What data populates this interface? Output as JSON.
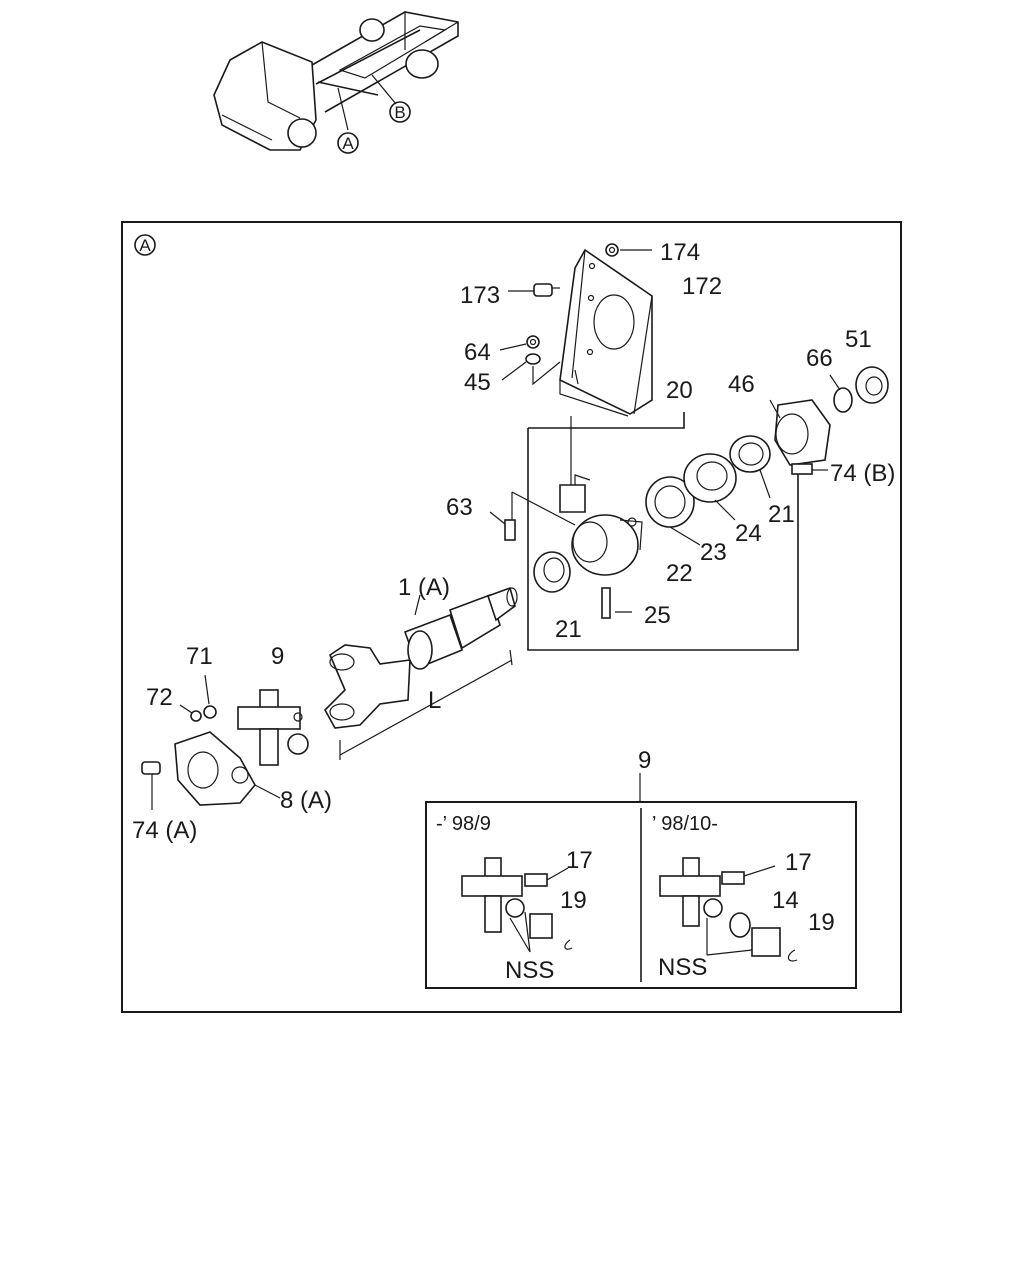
{
  "truck_callouts": {
    "a": "A",
    "b": "B"
  },
  "frame_marker": "A",
  "labels": {
    "p174": "174",
    "p173": "173",
    "p172": "172",
    "p64": "64",
    "p45": "45",
    "p20": "20",
    "p66": "66",
    "p51": "51",
    "p46": "46",
    "p74b": "74 (B)",
    "p63": "63",
    "p21a": "21",
    "p24": "24",
    "p23": "23",
    "p22": "22",
    "p25": "25",
    "p21b": "21",
    "p1a": "1 (A)",
    "p9": "9",
    "p71": "71",
    "p72": "72",
    "pL": "L",
    "p8a": "8 (A)",
    "p74a": "74 (A)",
    "p9_inset": "9"
  },
  "inset": {
    "left_period": "-’ 98/9",
    "right_period": "’ 98/10-",
    "left": {
      "p17": "17",
      "p19": "19",
      "nss": "NSS"
    },
    "right": {
      "p17": "17",
      "p14": "14",
      "p19": "19",
      "nss": "NSS"
    }
  }
}
